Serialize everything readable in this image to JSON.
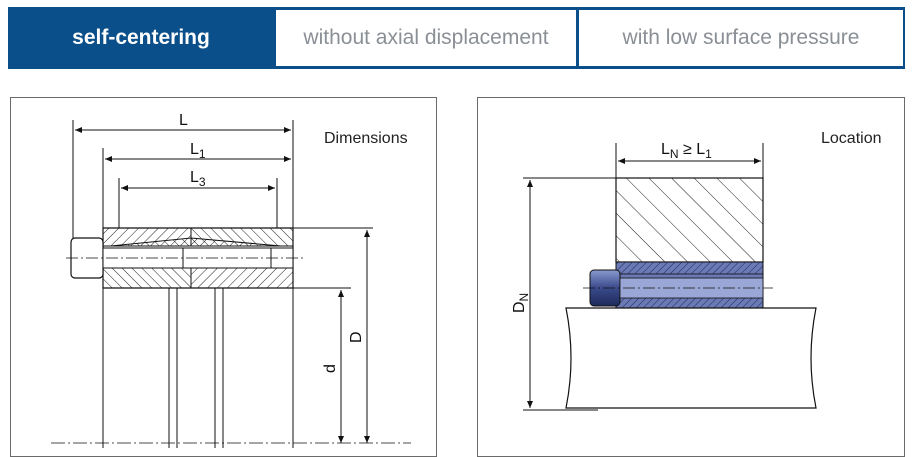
{
  "tabs": [
    {
      "label": "self-centering",
      "active": true
    },
    {
      "label": "without axial displacement",
      "active": false
    },
    {
      "label": "with low surface pressure",
      "active": false
    }
  ],
  "panels": {
    "dimensions": {
      "title": "Dimensions",
      "labels": {
        "L": "L",
        "L1_main": "L",
        "L1_sub": "1",
        "L3_main": "L",
        "L3_sub": "3",
        "D": "D",
        "d": "d"
      }
    },
    "location": {
      "title": "Location",
      "labels": {
        "LN_main": "L",
        "LN_sub": "N",
        "LN_rel": " ≥ L",
        "LN_sub2": "1",
        "DN_main": "D",
        "DN_sub": "N"
      }
    }
  },
  "colors": {
    "brand": "#0b4f8a",
    "inactive_text": "#8a8f95",
    "part": "#4a5a9a"
  }
}
